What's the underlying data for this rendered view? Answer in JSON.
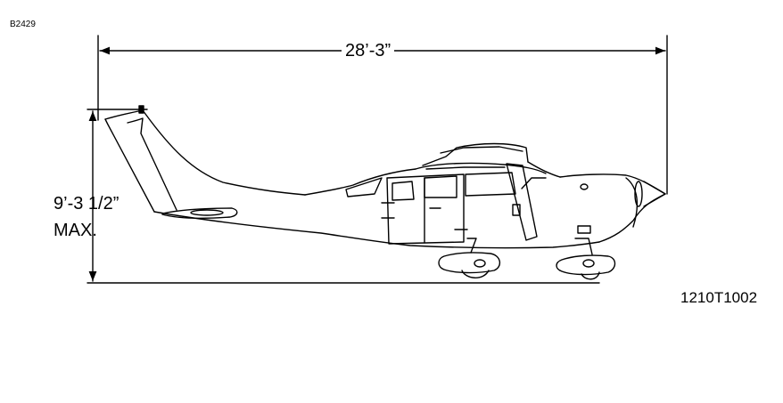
{
  "reference_code": "B2429",
  "dimensions": {
    "overall_length": "28’-3”",
    "max_height": "9’-3 1/2”",
    "max_height_suffix": "MAX."
  },
  "figure_id": "1210T1002",
  "colors": {
    "line": "#000000",
    "background": "#ffffff"
  }
}
